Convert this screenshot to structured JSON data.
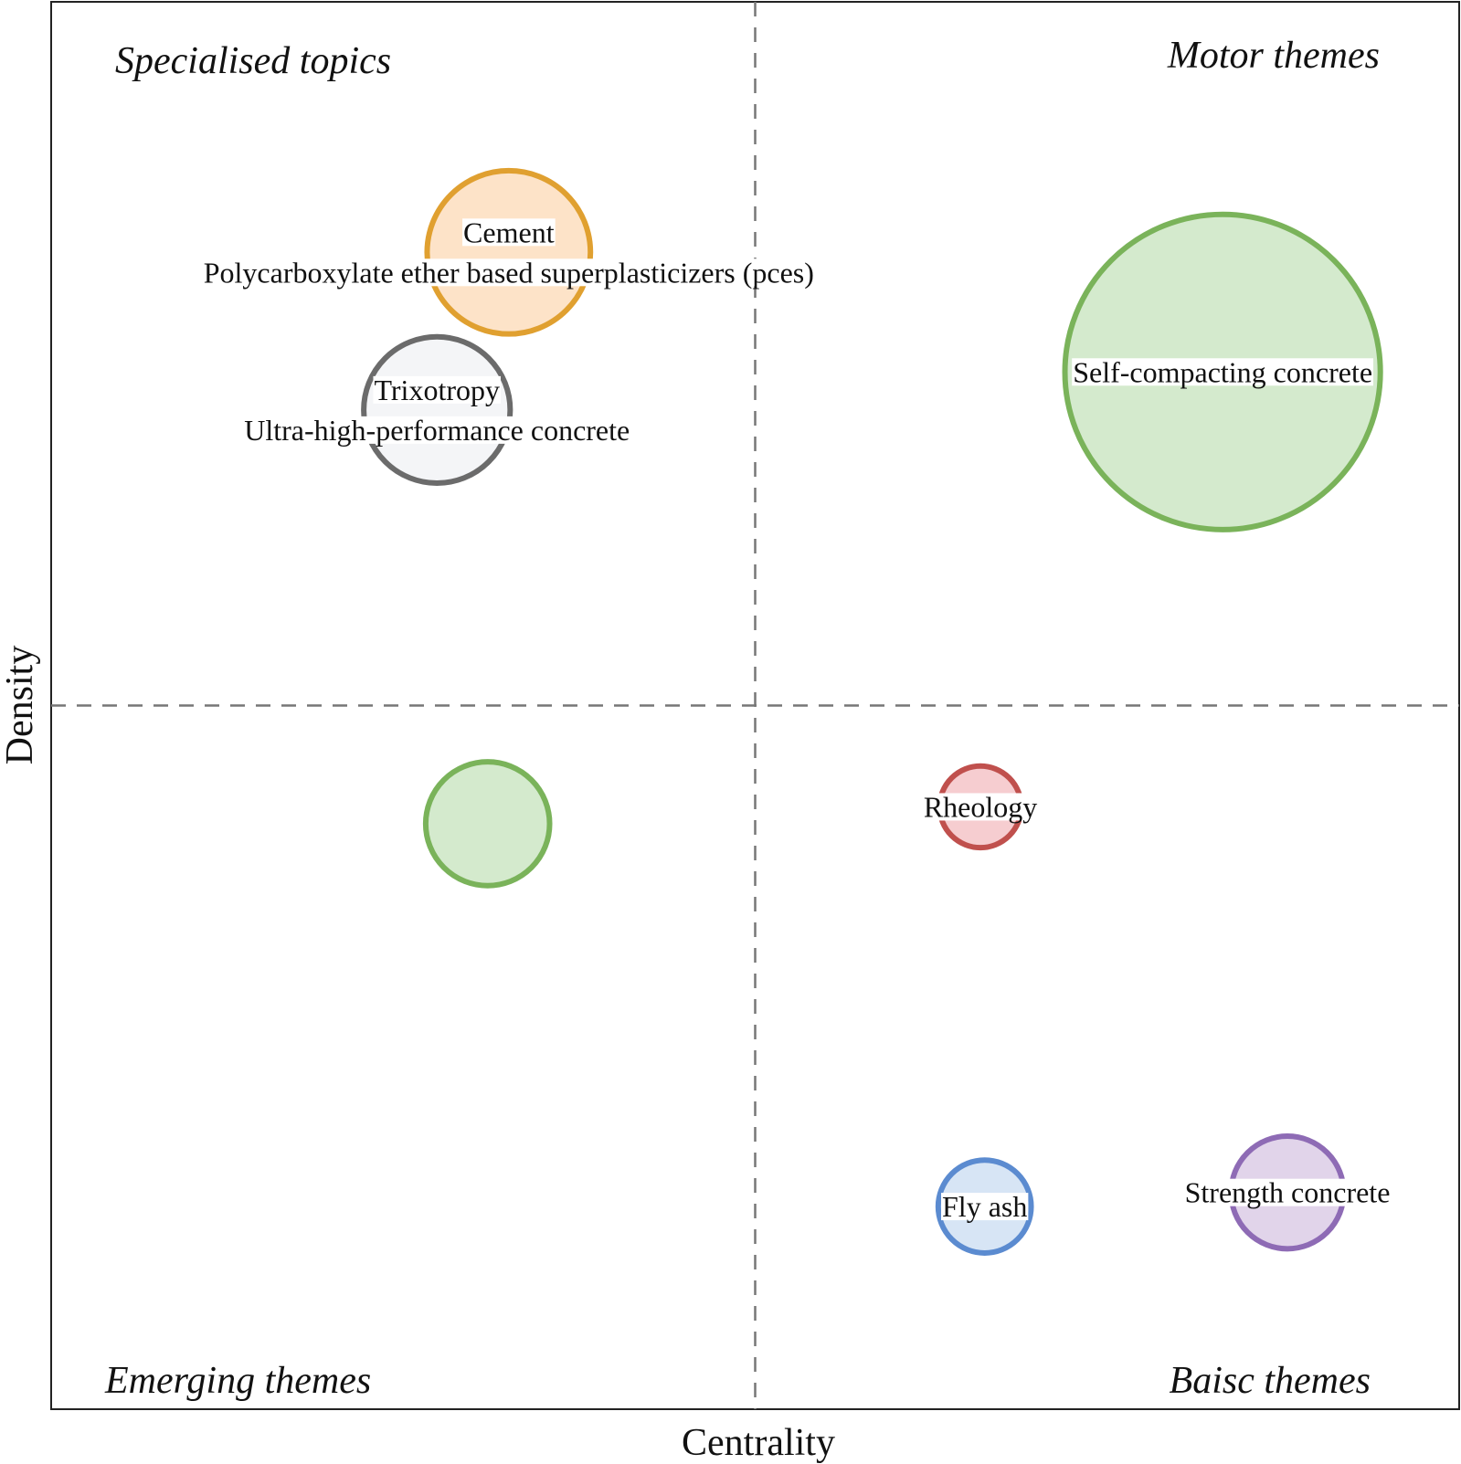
{
  "chart_data": {
    "type": "scatter",
    "title": "",
    "xlabel": "Centrality",
    "ylabel": "Density",
    "xlim": [
      0,
      100
    ],
    "ylim": [
      0,
      100
    ],
    "x_divider": 50,
    "y_divider": 50,
    "grid": false,
    "quadrants": [
      {
        "position": "top-left",
        "label": "Specialised topics"
      },
      {
        "position": "top-right",
        "label": "Motor themes"
      },
      {
        "position": "bottom-left",
        "label": "Emerging themes"
      },
      {
        "position": "bottom-right",
        "label": "Baisc themes"
      }
    ],
    "series": [
      {
        "name": "cement-cluster",
        "x": 32.5,
        "y": 82.2,
        "size": 5.8,
        "stroke": "#e0a030",
        "fill": "#fde3c8",
        "labels": [
          "Cement",
          "Polycarboxylate ether based superplasticizers (pces)"
        ]
      },
      {
        "name": "trixotropy-cluster",
        "x": 27.4,
        "y": 71.0,
        "size": 5.2,
        "stroke": "#6b6b6b",
        "fill": "#f4f5f7",
        "labels": [
          "Trixotropy",
          "Ultra-high-performance concrete"
        ]
      },
      {
        "name": "self-compacting-cluster",
        "x": 83.2,
        "y": 73.7,
        "size": 11.2,
        "stroke": "#7ab35a",
        "fill": "#d4eacd",
        "labels": [
          "Self-compacting concrete"
        ]
      },
      {
        "name": "unlabeled-cluster",
        "x": 31.0,
        "y": 41.6,
        "size": 4.4,
        "stroke": "#7ab35a",
        "fill": "#d4eacd",
        "labels": []
      },
      {
        "name": "rheology-cluster",
        "x": 66.0,
        "y": 42.8,
        "size": 2.9,
        "stroke": "#c0504d",
        "fill": "#f6cdd0",
        "labels": [
          "Rheology"
        ]
      },
      {
        "name": "fly-ash-cluster",
        "x": 66.3,
        "y": 14.4,
        "size": 3.3,
        "stroke": "#5b8bd0",
        "fill": "#d7e5f5",
        "labels": [
          "Fly ash"
        ]
      },
      {
        "name": "strength-concrete-cluster",
        "x": 87.8,
        "y": 15.4,
        "size": 4.0,
        "stroke": "#8e6bb5",
        "fill": "#e1d4ea",
        "labels": [
          "Strength concrete"
        ]
      }
    ]
  }
}
